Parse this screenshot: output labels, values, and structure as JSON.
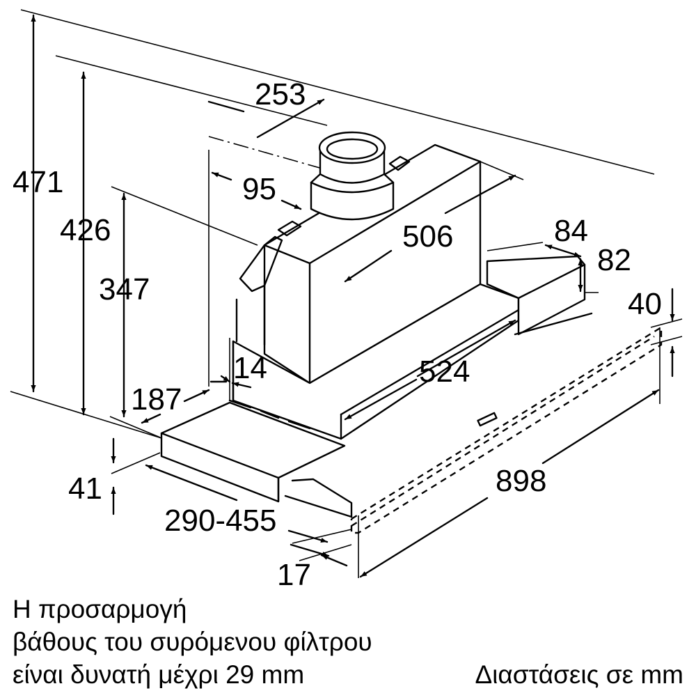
{
  "dimensions": {
    "d471": "471",
    "d426": "426",
    "d347": "347",
    "d253": "253",
    "d95": "95",
    "d506": "506",
    "d84": "84",
    "d82": "82",
    "d40": "40",
    "d14": "14",
    "d187": "187",
    "d524": "524",
    "d41": "41",
    "d898": "898",
    "d290_455": "290-455",
    "d17": "17"
  },
  "note": {
    "line1": "Η προσαρμογή",
    "line2": "βάθους του συρόμενου φίλτρου",
    "line3": "είναι δυνατή μέχρι 29 mm"
  },
  "units_label": "Διαστάσεις σε mm"
}
